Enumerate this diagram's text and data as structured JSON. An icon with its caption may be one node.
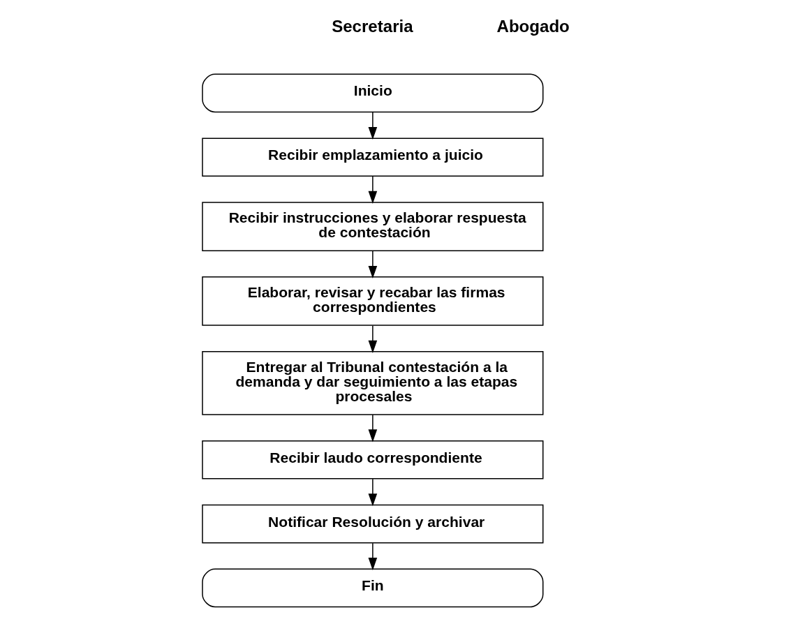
{
  "diagram": {
    "nodes": [
      {
        "text": [
          "Inicio"
        ]
      },
      {
        "text": [
          "Recibir emplazamiento a juicio"
        ]
      },
      {
        "text": [
          "Recibir instrucciones y elaborar respuesta de contestación"
        ]
      },
      {
        "text": [
          "Elaborar, revisar y recabar las firmas correspondientes"
        ]
      },
      {
        "text": [
          "Entregar al Tribunal contestación a la demanda y dar seguimiento a las etapas procesales"
        ]
      },
      {
        "text": [
          "Recibir laudo correspondiente"
        ]
      },
      {
        "text": [
          "Notificar Resolución y archivar"
        ]
      },
      {
        "text": [
          "Fin"
        ]
      }
    ],
    "edges": [
      {
        "from": 0,
        "to": 1,
        "arrow": "to"
      },
      {
        "from": 1,
        "to": 2,
        "arrow": "to"
      },
      {
        "from": 2,
        "to": 3,
        "arrow": "to"
      },
      {
        "from": 3,
        "to": 4,
        "arrow": "to"
      },
      {
        "from": 4,
        "to": 5,
        "arrow": "to"
      },
      {
        "from": 5,
        "to": 6,
        "arrow": "to"
      },
      {
        "from": 6,
        "to": 7,
        "arrow": "to"
      }
    ],
    "labels": [
      "Secretaria",
      "Abogado"
    ]
  }
}
